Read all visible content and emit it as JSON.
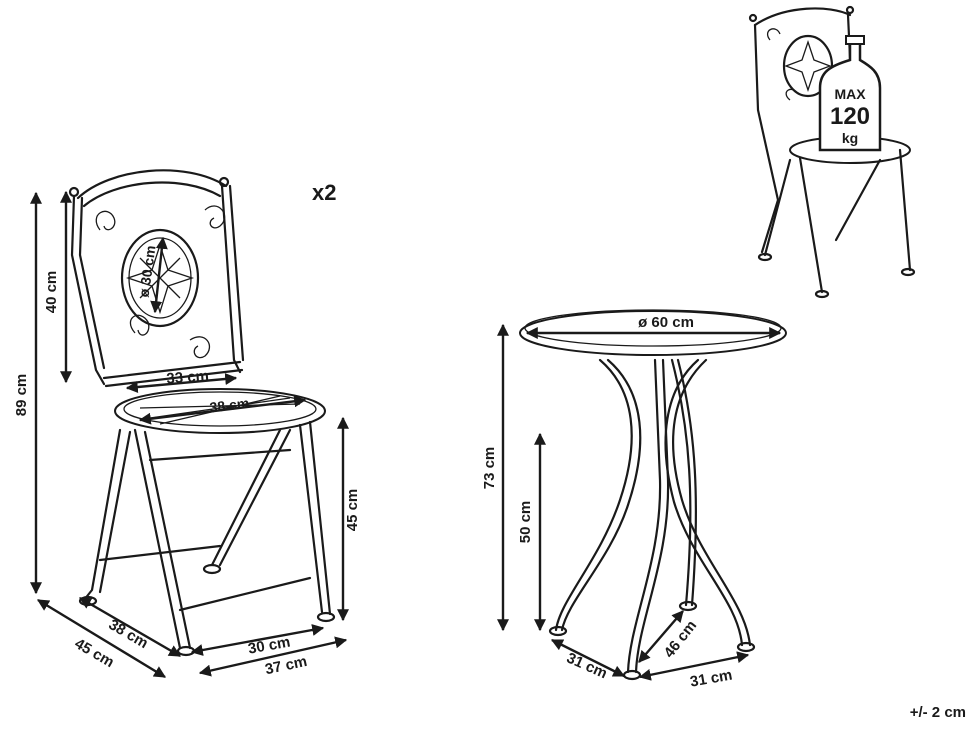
{
  "chair": {
    "quantity_label": "x2",
    "height_total": "89 cm",
    "backrest_height": "40 cm",
    "mosaic_diameter": "ø 30 cm",
    "backrest_width": "33 cm",
    "seat_diameter": "38 cm",
    "seat_height": "45 cm",
    "base_width": "30 cm",
    "base_depth": "38 cm",
    "overall_depth": "45 cm",
    "overall_width": "37 cm"
  },
  "table": {
    "top_diameter": "ø 60 cm",
    "height_total": "73 cm",
    "leg_height": "50 cm",
    "foot_left": "31 cm",
    "foot_right": "31 cm",
    "foot_diagonal": "46 cm"
  },
  "load_badge": {
    "line1": "MAX",
    "line2": "120",
    "line3": "kg"
  },
  "tolerance": "+/- 2 cm",
  "colors": {
    "ink": "#1a1a1a",
    "background": "#ffffff"
  }
}
